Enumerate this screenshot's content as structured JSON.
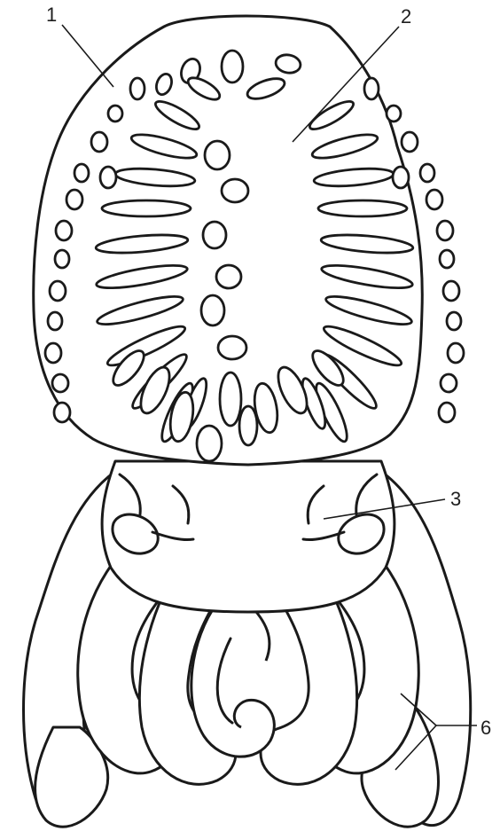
{
  "figure": {
    "labels": [
      {
        "id": "1",
        "text": "1"
      },
      {
        "id": "2",
        "text": "2"
      },
      {
        "id": "3",
        "text": "3"
      },
      {
        "id": "6",
        "text": "6"
      }
    ],
    "colors": {
      "ink": "#1a1a1a",
      "background": "#ffffff"
    }
  }
}
